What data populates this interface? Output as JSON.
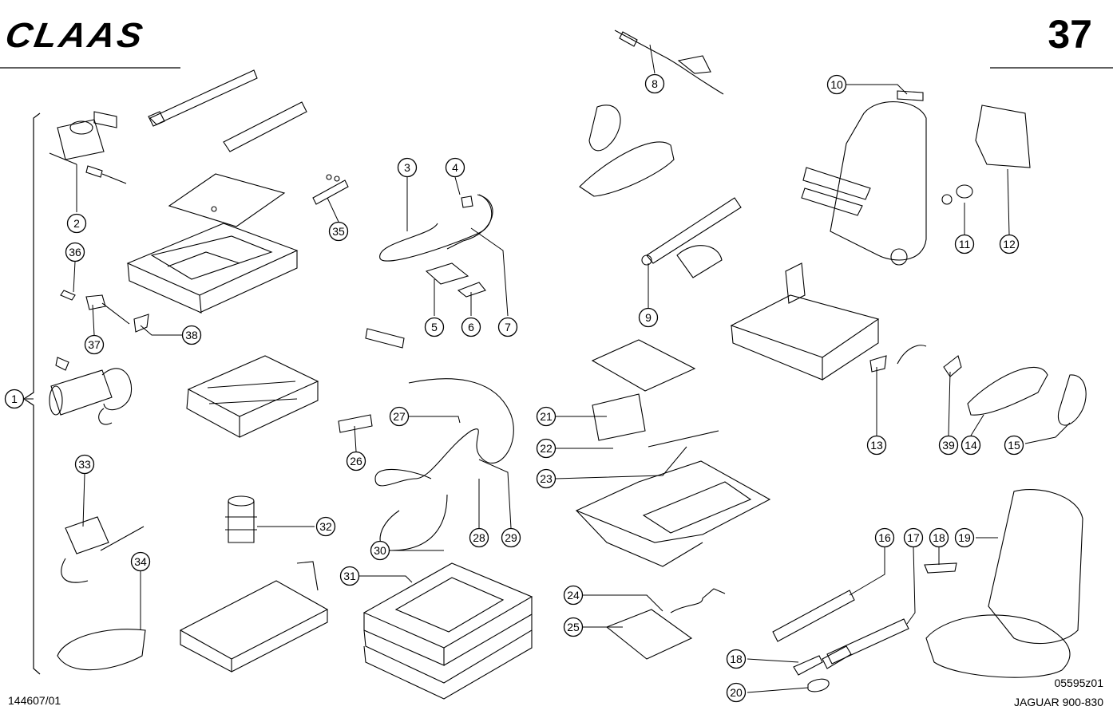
{
  "header": {
    "brand": "CLAAS",
    "page_number": "37"
  },
  "footer": {
    "drawing_number": "144607/01",
    "figure_code": "05595z01",
    "model": "JAGUAR 900-830"
  },
  "callouts": [
    "1",
    "2",
    "3",
    "4",
    "5",
    "6",
    "7",
    "8",
    "9",
    "10",
    "11",
    "12",
    "13",
    "14",
    "15",
    "16",
    "17",
    "18",
    "18",
    "19",
    "20",
    "21",
    "22",
    "23",
    "24",
    "25",
    "26",
    "27",
    "28",
    "29",
    "30",
    "31",
    "32",
    "33",
    "34",
    "35",
    "36",
    "37",
    "38",
    "39"
  ]
}
